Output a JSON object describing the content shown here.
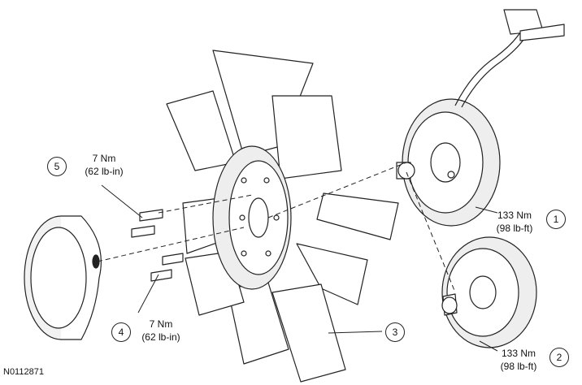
{
  "callouts": [
    {
      "id": "1",
      "torque_nm": "133 Nm",
      "torque_imp": "(98 lb-ft)"
    },
    {
      "id": "2",
      "torque_nm": "133 Nm",
      "torque_imp": "(98 lb-ft)"
    },
    {
      "id": "3"
    },
    {
      "id": "4",
      "torque_nm": "7 Nm",
      "torque_imp": "(62 lb-in)"
    },
    {
      "id": "5",
      "torque_nm": "7 Nm",
      "torque_imp": "(62 lb-in)"
    }
  ],
  "document_id": "N0112871",
  "colors": {
    "line": "#222222",
    "fill": "#ffffff",
    "shade": "#e6e6e6"
  }
}
